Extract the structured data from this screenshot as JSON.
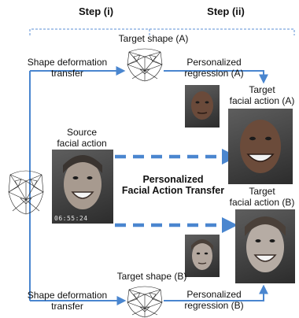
{
  "steps": {
    "step1": "Step (i)",
    "step2": "Step (ii)"
  },
  "labels": {
    "target_shape_a": "Target shape (A)",
    "target_shape_b": "Target shape (B)",
    "shape_transfer_top": [
      "Shape deformation",
      "transfer"
    ],
    "shape_transfer_bottom": [
      "Shape deformation",
      "transfer"
    ],
    "regression_a": [
      "Personalized",
      "regression (A)"
    ],
    "regression_b": [
      "Personalized",
      "regression (B)"
    ],
    "target_action_a": [
      "Target",
      "facial action (A)"
    ],
    "target_action_b": [
      "Target",
      "facial action (B)"
    ],
    "source_action": [
      "Source",
      "facial action"
    ],
    "center_title": [
      "Personalized",
      "Facial Action Transfer"
    ]
  },
  "source_timestamp": "06:55:24",
  "colors": {
    "arrow": "#4a86cf",
    "bracket": "#5b8fd6",
    "mesh": "#222222"
  }
}
